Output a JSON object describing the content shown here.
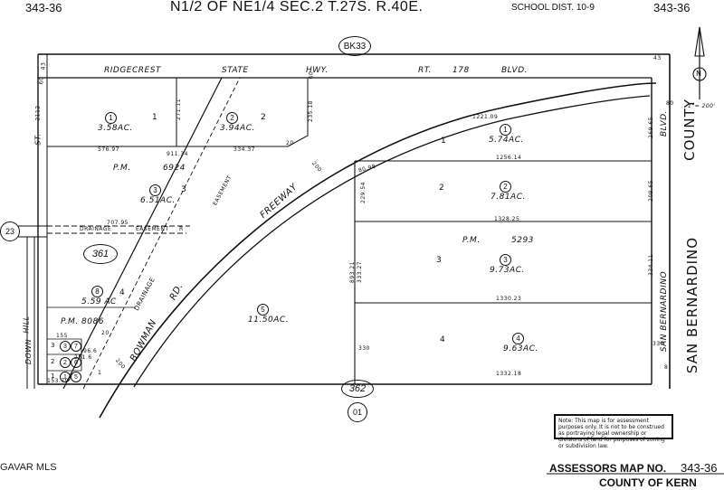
{
  "header": {
    "map_code_left": "343-36",
    "title": "N1/2 OF NE1/4 SEC.2 T.27S. R.40E.",
    "school_dist": "SCHOOL DIST. 10-9",
    "map_code_right": "343-36"
  },
  "book": "BK33",
  "roads": {
    "ridgecrest_words": [
      "RIDGECREST",
      "STATE",
      "HWY.",
      "RT.",
      "178",
      "BLVD."
    ],
    "freeway": "FREEWAY",
    "bowman_words": [
      "BOWMAN",
      "RD."
    ],
    "san_bernardino_blvd_words": [
      "SAN BERNARDINO",
      "BLVD."
    ],
    "san_bernardino_county": "SAN BERNARDINO",
    "county_word": "COUNTY",
    "left_st_words": [
      "ST.",
      "2112"
    ],
    "hill_words": [
      "HILL",
      "DOWN"
    ],
    "drainage_easement_words": [
      "DRAINAGE",
      "EASEMENT",
      "R"
    ],
    "drainage_diag": "DRAINAGE",
    "easement_diag": "EASEMENT"
  },
  "parcels": [
    {
      "num": "1",
      "acres": "3.58AC.",
      "lot": "1"
    },
    {
      "num": "2",
      "acres": "3.94AC.",
      "lot": "2"
    },
    {
      "num": "3",
      "acres": "6.51AC.",
      "lot": "3"
    },
    {
      "num": "5",
      "acres": "11.50AC.",
      "lot": ""
    },
    {
      "num": "8",
      "acres": "5.59 AC",
      "lot": "4"
    },
    {
      "num": "1",
      "acres": "5.74AC.",
      "lot": "1"
    },
    {
      "num": "2",
      "acres": "7.81AC.",
      "lot": "2"
    },
    {
      "num": "3",
      "acres": "9.73AC.",
      "lot": "3"
    },
    {
      "num": "4",
      "acres": "9.63AC.",
      "lot": "4"
    }
  ],
  "small_parcels": [
    "3",
    "7",
    "2",
    "6",
    "1",
    "5"
  ],
  "small_lots": [
    "3",
    "2",
    "1"
  ],
  "parcel_maps": [
    "P.M.",
    "6924",
    "P.M. 8086",
    "P.M.",
    "5293"
  ],
  "map_refs": {
    "ref_361": "361",
    "ref_362": "362",
    "ref_01": "01",
    "ref_23": "23"
  },
  "dimensions": [
    "576.97",
    "911.34",
    "334.37",
    "707.95",
    "1221.09",
    "1256.14",
    "1328.25",
    "1330.23",
    "1332.18",
    "330",
    "330",
    "893.21",
    "333.27",
    "229.54",
    "269.65",
    "209.65",
    "334.11",
    "271.11",
    "235.18",
    "20",
    "20",
    "200",
    "200",
    "155",
    "96.6",
    "251.6",
    "153.79",
    "80.98",
    "60",
    "43",
    "43",
    "80",
    "8",
    "60",
    "1"
  ],
  "north_label": "N",
  "scale_label": "1\"= 200'",
  "note": "Note: This map is for assessment purposes only. It is not to be construed as portraying legal ownership or divisions of land for purposes of zoning or subdivision law.",
  "footer": {
    "mls": "GAVAR MLS",
    "assessor_map": "ASSESSORS MAP NO.",
    "map_no": "343-36",
    "county": "COUNTY OF KERN"
  }
}
